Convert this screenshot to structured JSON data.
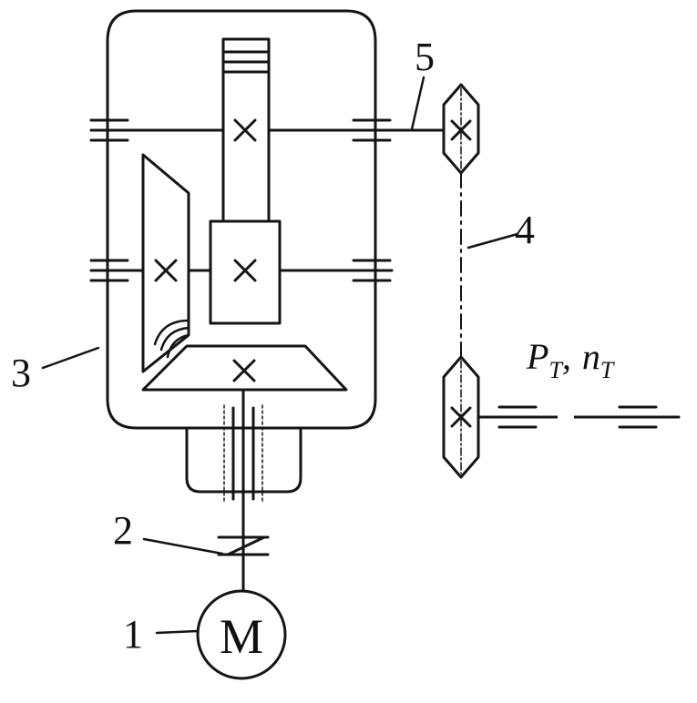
{
  "labels": {
    "motor": "1",
    "coupling": "2",
    "housing": "3",
    "chain": "4",
    "shaft": "5",
    "motor_symbol": "M",
    "output_power": "P",
    "output_power_sub": "T",
    "output_speed": "n",
    "output_speed_sub": "T",
    "output_sep": ","
  }
}
